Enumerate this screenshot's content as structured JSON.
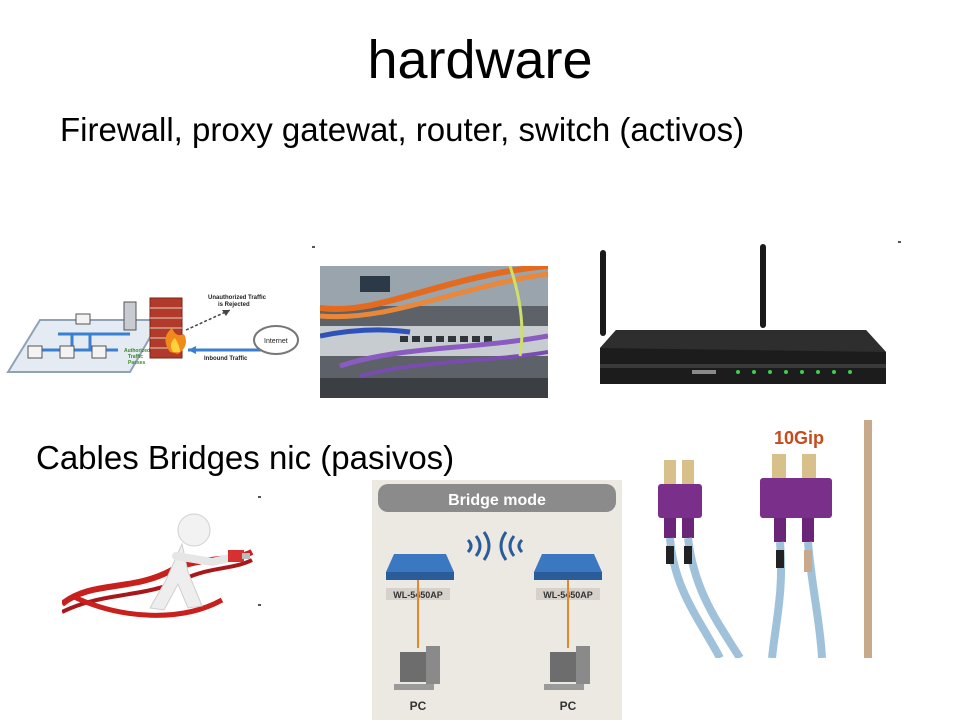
{
  "slide": {
    "title": "hardware",
    "bullet_active": "Firewall, proxy gatewat, router, switch (activos)",
    "bullet_passive": "Cables Bridges nic (pasivos)"
  },
  "firewall_diagram": {
    "unauthorized": [
      "Unauthorized Traffic",
      "is Rejected"
    ],
    "authorized": [
      "Authorized",
      "Traffic",
      "Passes"
    ],
    "inbound": "Inbound Traffic",
    "internet": "Internet"
  },
  "bridge_diagram": {
    "title": "Bridge mode",
    "device_left": "WL-5450AP",
    "device_right": "WL-5450AP",
    "pc_left": "PC",
    "pc_right": "PC"
  },
  "fiber_photo": {
    "logo": "10Gip"
  },
  "colors": {
    "firewall_wall": "#b23a2a",
    "flame": "#f08a1a",
    "cable_red": "#c8201c",
    "fiber_purple": "#7a2f8a",
    "fiber_blue": "#9fc2da",
    "bridge_blue": "#3a78c2"
  }
}
